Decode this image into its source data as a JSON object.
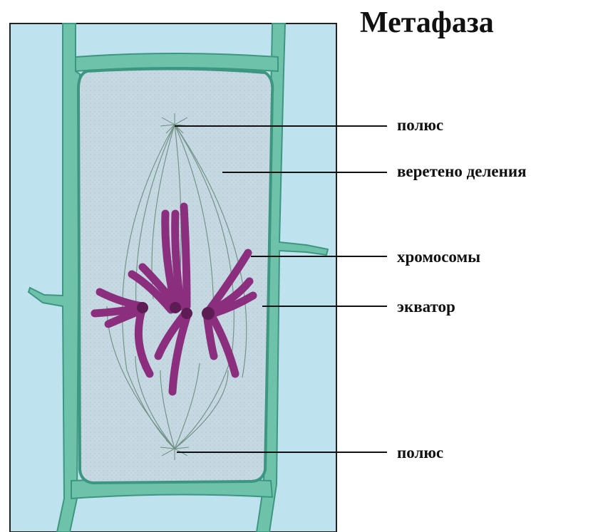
{
  "title": "Метафаза",
  "labels": {
    "pole_top": "полюс",
    "spindle": "веретено деления",
    "chromosomes": "хромосомы",
    "equator": "экватор",
    "pole_bottom": "полюс"
  },
  "colors": {
    "background": "#bfe3ee",
    "cell_wall": "#55b39b",
    "cytoplasm": "#c6d9e2",
    "chromosome": "#8a2e7d",
    "chromosome_dark": "#5e1c55",
    "spindle_fiber": "#6d8c80"
  }
}
